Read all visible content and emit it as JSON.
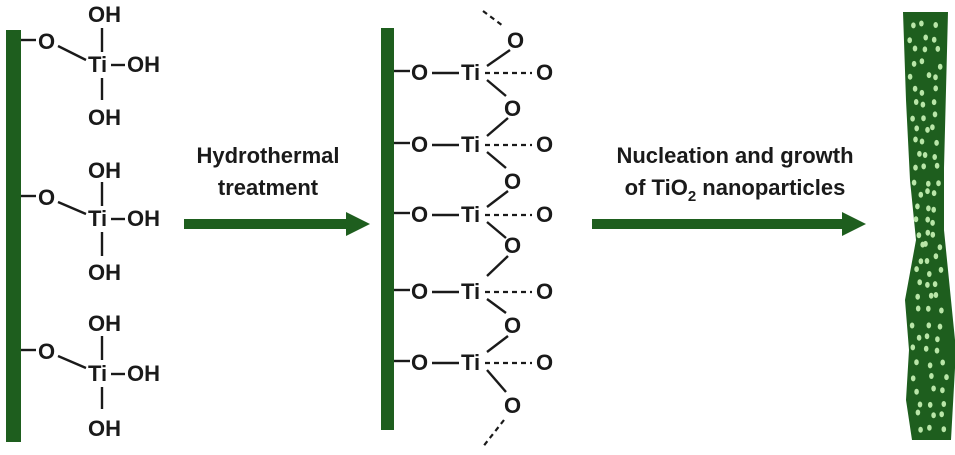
{
  "colors": {
    "green": "#1e5e1e",
    "dot": "#b9e6a8",
    "ink": "#1a1a1a"
  },
  "atoms": {
    "oxygen": "O",
    "titanium": "Ti",
    "hydroxyl": "OH"
  },
  "steps": [
    {
      "line1": "Hydrothermal",
      "line2": "treatment"
    },
    {
      "line1": "Nucleation and growth",
      "line2_prefix": "of TiO",
      "line2_sub": "2",
      "line2_suffix": " nanoparticles"
    }
  ]
}
